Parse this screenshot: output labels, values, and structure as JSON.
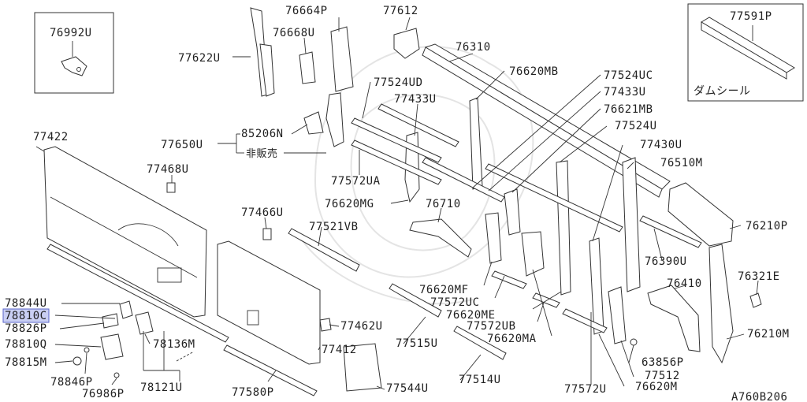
{
  "diagram": {
    "code": "A760B206",
    "highlight_color": "#c9cff3",
    "inset_left": {
      "part": "76992U"
    },
    "inset_right": {
      "part": "77591P",
      "caption": "ダムシール"
    },
    "labels": {
      "p76664P": "76664P",
      "p77612": "77612",
      "p76668U": "76668U",
      "p77622U": "77622U",
      "p76310": "76310",
      "p76620MB": "76620MB",
      "p77524UC": "77524UC",
      "p77524UD": "77524UD",
      "p77433U_a": "77433U",
      "p77433U_b": "77433U",
      "p76621MB": "76621MB",
      "p77524U": "77524U",
      "p85206N": "85206N",
      "p77650U": "77650U",
      "p_hihanbai": "非販売",
      "p77422": "77422",
      "p77430U": "77430U",
      "p76510M": "76510M",
      "p77468U": "77468U",
      "p77572UA": "77572UA",
      "p76620MG": "76620MG",
      "p76710": "76710",
      "p77466U": "77466U",
      "p76210P": "76210P",
      "p77521VB": "77521VB",
      "p76390U": "76390U",
      "p76321E": "76321E",
      "p76410": "76410",
      "p76620MF": "76620MF",
      "p77572UC": "77572UC",
      "p78844U": "78844U",
      "p78810C": "78810C",
      "p76620ME": "76620ME",
      "p78826P": "78826P",
      "p77462U": "77462U",
      "p77572UB": "77572UB",
      "p76210M": "76210M",
      "p77515U": "77515U",
      "p76620MA": "76620MA",
      "p78136M": "78136M",
      "p78810Q": "78810Q",
      "p77412": "77412",
      "p63856P": "63856P",
      "p78815M": "78815M",
      "p77512": "77512",
      "p77514U": "77514U",
      "p78846P": "78846P",
      "p78121U": "78121U",
      "p76986P": "76986P",
      "p77580P": "77580P",
      "p77544U": "77544U",
      "p77572U": "77572U",
      "p76620M": "76620M"
    }
  }
}
